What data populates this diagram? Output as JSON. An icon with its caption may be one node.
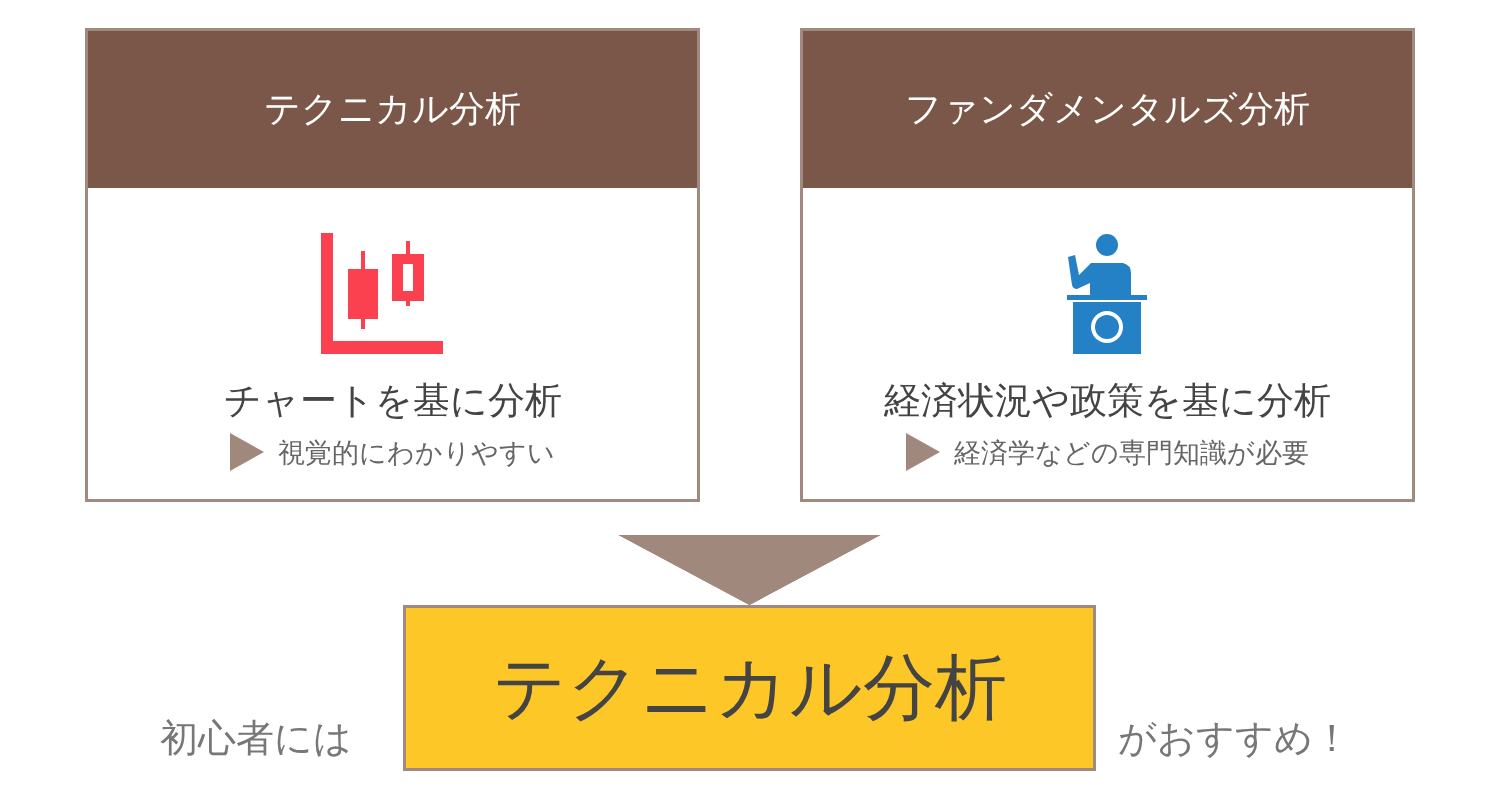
{
  "diagram": {
    "nodes": [
      {
        "text": [
          "テクニカル分析",
          "チャートを基に分析",
          "視覚的にわかりやすい"
        ]
      },
      {
        "text": [
          "ファンダメンタルズ分析",
          "経済状況や政策を基に分析",
          "経済学などの専門知識が必要"
        ]
      },
      {
        "text": [
          "テクニカル分析"
        ],
        "beside": [
          "初心者には",
          "がおすすめ！"
        ]
      }
    ],
    "edges": [
      {
        "from": 0,
        "to": 2,
        "arrow": "to"
      },
      {
        "from": 1,
        "to": 2,
        "arrow": "to"
      }
    ]
  }
}
